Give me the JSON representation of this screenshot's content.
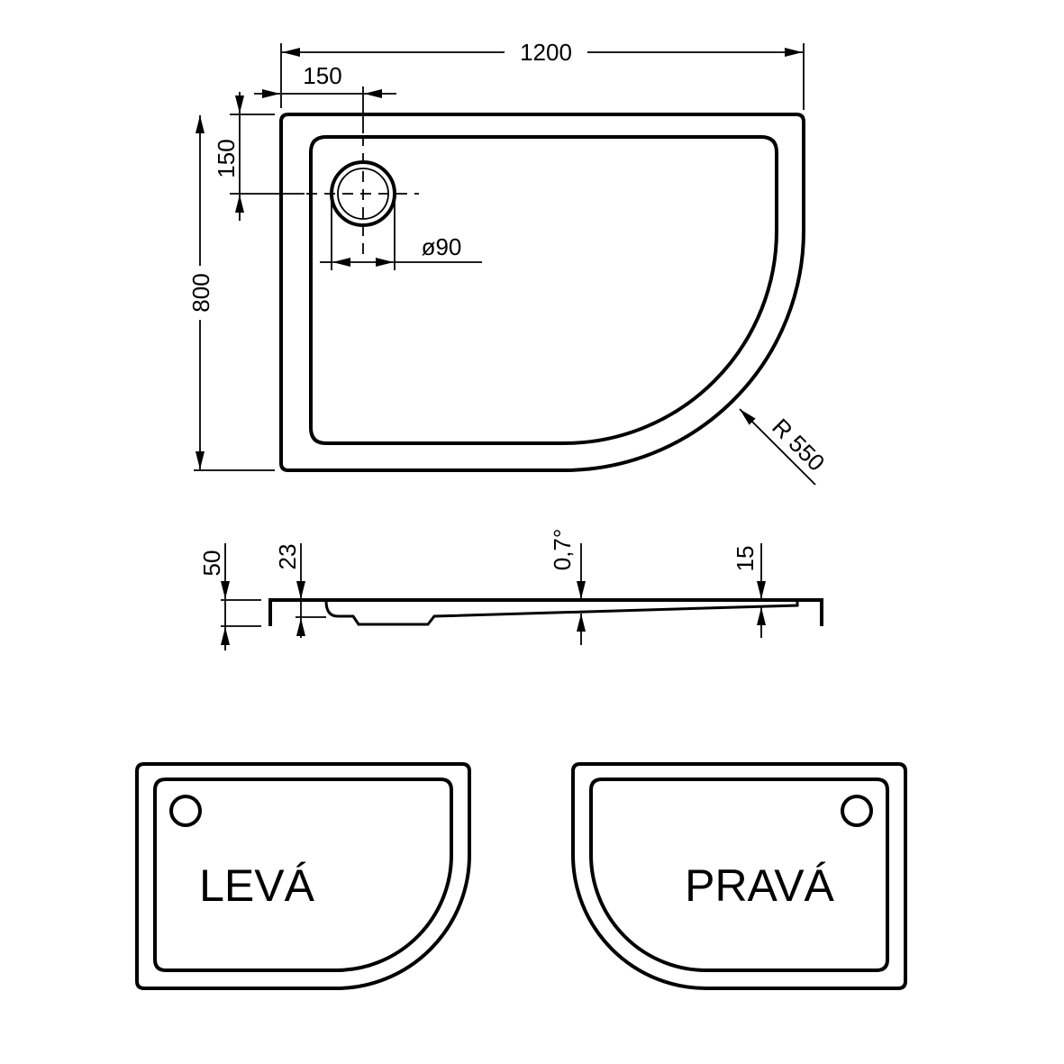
{
  "drawing": {
    "top_view": {
      "width_label": "1200",
      "depth_label": "800",
      "drain_offset_x_label": "150",
      "drain_offset_y_label": "150",
      "drain_diameter_label": "ø90",
      "radius_label": "R 550"
    },
    "side_view": {
      "height_label": "50",
      "drain_depth_label": "23",
      "slope_label": "0,7°",
      "rim_depth_label": "15"
    },
    "variants": {
      "left_label": "LEVÁ",
      "right_label": "PRAVÁ"
    },
    "line_color": "#000000",
    "background_color": "#ffffff"
  }
}
